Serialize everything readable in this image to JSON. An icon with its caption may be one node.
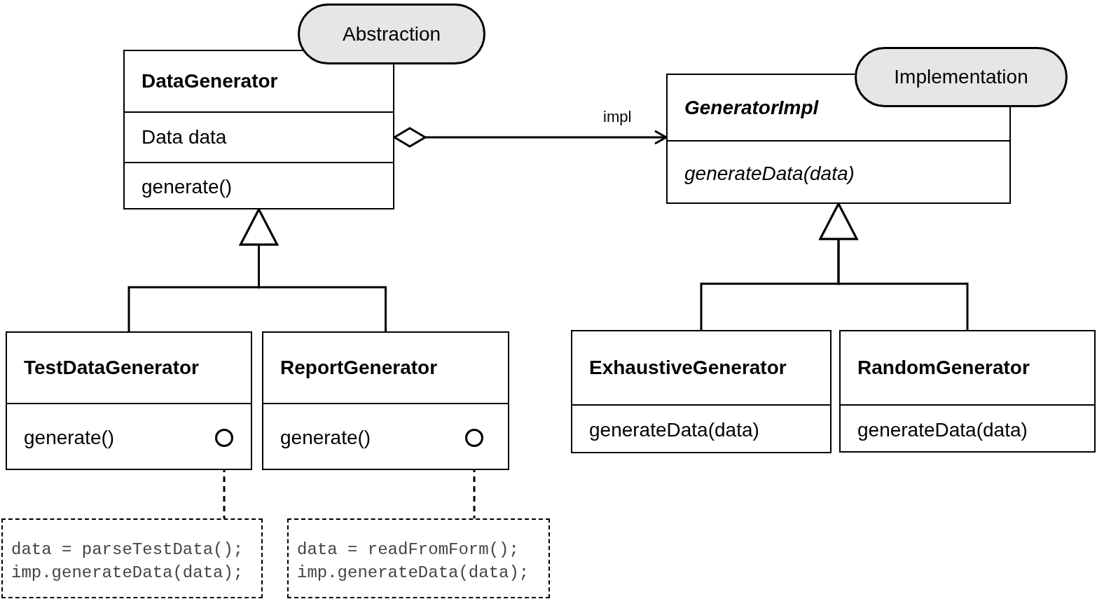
{
  "diagram": {
    "nodes": [
      {
        "text": [
          "DataGenerator",
          "Data data",
          "generate()"
        ]
      },
      {
        "text": [
          "Abstraction"
        ]
      },
      {
        "text": [
          "GeneratorImpl",
          "generateData(data)"
        ]
      },
      {
        "text": [
          "Implementation"
        ]
      },
      {
        "text": [
          "TestDataGenerator",
          "generate()"
        ]
      },
      {
        "text": [
          "ReportGenerator",
          "generate()"
        ]
      },
      {
        "text": [
          "ExhaustiveGenerator",
          "generateData(data)"
        ]
      },
      {
        "text": [
          "RandomGenerator",
          "generateData(data)"
        ]
      },
      {
        "text": [
          "data = parseTestData();",
          "imp.generateData(data);"
        ]
      },
      {
        "text": [
          "data = readFromForm();",
          "imp.generateData(data);"
        ]
      },
      {
        "text": [],
        "shape": "circle",
        "in": 4
      },
      {
        "text": [],
        "shape": "circle",
        "in": 5
      }
    ],
    "edges": [
      {
        "from": 0,
        "to": 2,
        "arrow": "to",
        "label": "impl"
      },
      {
        "from": 4,
        "to": 0,
        "arrow": "to"
      },
      {
        "from": 5,
        "to": 0,
        "arrow": "to"
      },
      {
        "from": 6,
        "to": 2,
        "arrow": "to"
      },
      {
        "from": 7,
        "to": 2,
        "arrow": "to"
      },
      {
        "from": 10,
        "to": 8,
        "arrow": "none",
        "style": "dashed"
      },
      {
        "from": 11,
        "to": 9,
        "arrow": "none",
        "style": "dashed"
      }
    ]
  }
}
